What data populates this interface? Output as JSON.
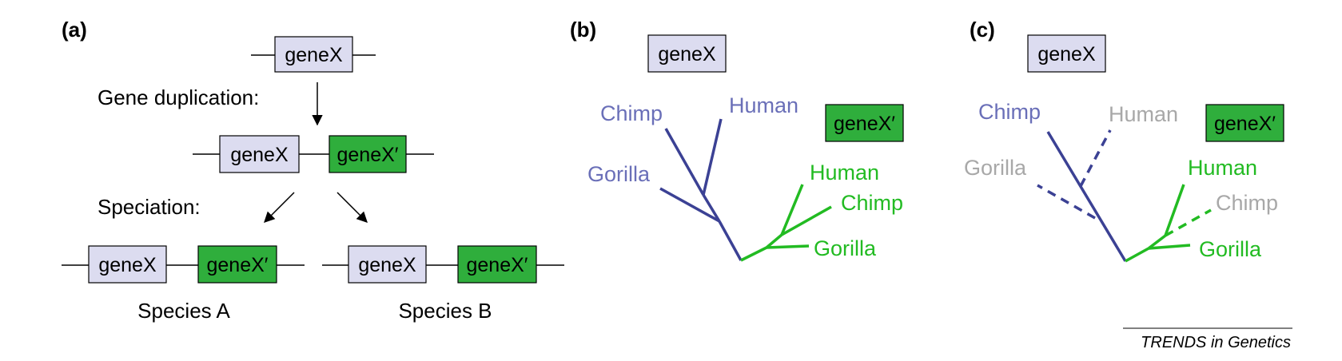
{
  "colors": {
    "gene_x_fill": "#dcdcf0",
    "gene_x_prime_fill": "#2fae3c",
    "blue_lineage": "#3b4194",
    "blue_label": "#6a6fb8",
    "green_lineage": "#22bb22",
    "faded_label": "#a8a8a8"
  },
  "panel_a": {
    "label": "(a)",
    "gene_x": "geneX",
    "gene_x_prime": "geneX′",
    "duplication_label": "Gene duplication:",
    "speciation_label": "Speciation:",
    "species_a": "Species A",
    "species_b": "Species B"
  },
  "panel_b": {
    "label": "(b)",
    "gene_x": "geneX",
    "gene_x_prime": "geneX′",
    "blue_taxa": [
      "Chimp",
      "Human",
      "Gorilla"
    ],
    "green_taxa": [
      "Human",
      "Chimp",
      "Gorilla"
    ]
  },
  "panel_c": {
    "label": "(c)",
    "gene_x": "geneX",
    "gene_x_prime": "geneX′",
    "blue_taxa": [
      "Chimp",
      "Human",
      "Gorilla"
    ],
    "green_taxa": [
      "Human",
      "Chimp",
      "Gorilla"
    ]
  },
  "credit": "TRENDS in Genetics"
}
